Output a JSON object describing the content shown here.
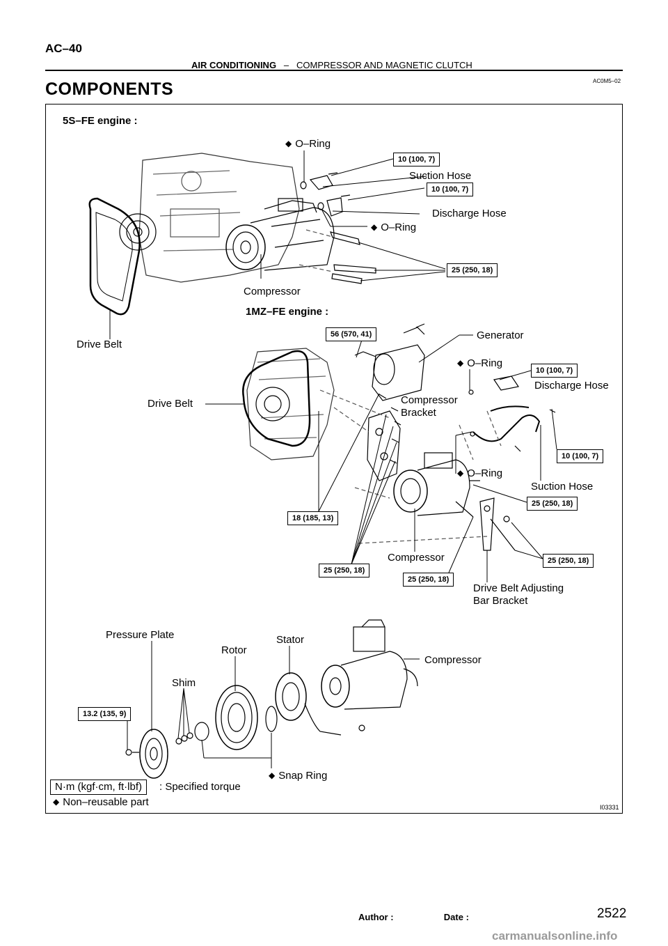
{
  "header": {
    "page_code": "AC–40",
    "section_main": "AIR CONDITIONING",
    "section_sep": "–",
    "section_sub": "COMPRESSOR AND MAGNETIC CLUTCH",
    "ref_code": "AC0M5–02",
    "title": "COMPONENTS"
  },
  "diagram": {
    "engine_5s": "5S–FE engine :",
    "engine_1mz": "1MZ–FE engine :",
    "labels": {
      "o_ring_1": "O–Ring",
      "suction_hose_1": "Suction Hose",
      "discharge_hose_1": "Discharge Hose",
      "o_ring_2": "O–Ring",
      "compressor_1": "Compressor",
      "drive_belt_1": "Drive Belt",
      "generator": "Generator",
      "o_ring_3": "O–Ring",
      "discharge_hose_2": "Discharge Hose",
      "drive_belt_2": "Drive Belt",
      "compressor_bracket_line1": "Compressor",
      "compressor_bracket_line2": "Bracket",
      "o_ring_4": "O–Ring",
      "suction_hose_2": "Suction Hose",
      "compressor_2": "Compressor",
      "adjusting_line1": "Drive Belt Adjusting",
      "adjusting_line2": "Bar Bracket",
      "pressure_plate": "Pressure Plate",
      "rotor": "Rotor",
      "stator": "Stator",
      "compressor_3": "Compressor",
      "shim": "Shim",
      "snap_ring": "Snap Ring"
    },
    "torques": {
      "t1": "10 (100, 7)",
      "t2": "10 (100, 7)",
      "t3": "25 (250, 18)",
      "t4": "56 (570, 41)",
      "t5": "10 (100, 7)",
      "t6": "10 (100, 7)",
      "t7": "25 (250, 18)",
      "t8": "18 (185, 13)",
      "t9": "25 (250, 18)",
      "t10": "25 (250, 18)",
      "t11": "25 (250, 18)",
      "t12": "13.2 (135, 9)"
    },
    "legend": {
      "unit": "N·m (kgf·cm, ft·lbf)",
      "specified": ": Specified torque",
      "non_reusable": "Non–reusable part",
      "diamond_icon": "◆"
    },
    "figure_code": "I03331"
  },
  "footer": {
    "author": "Author :",
    "date": "Date :",
    "page_number": "2522",
    "watermark": "carmanualsonline.info"
  }
}
